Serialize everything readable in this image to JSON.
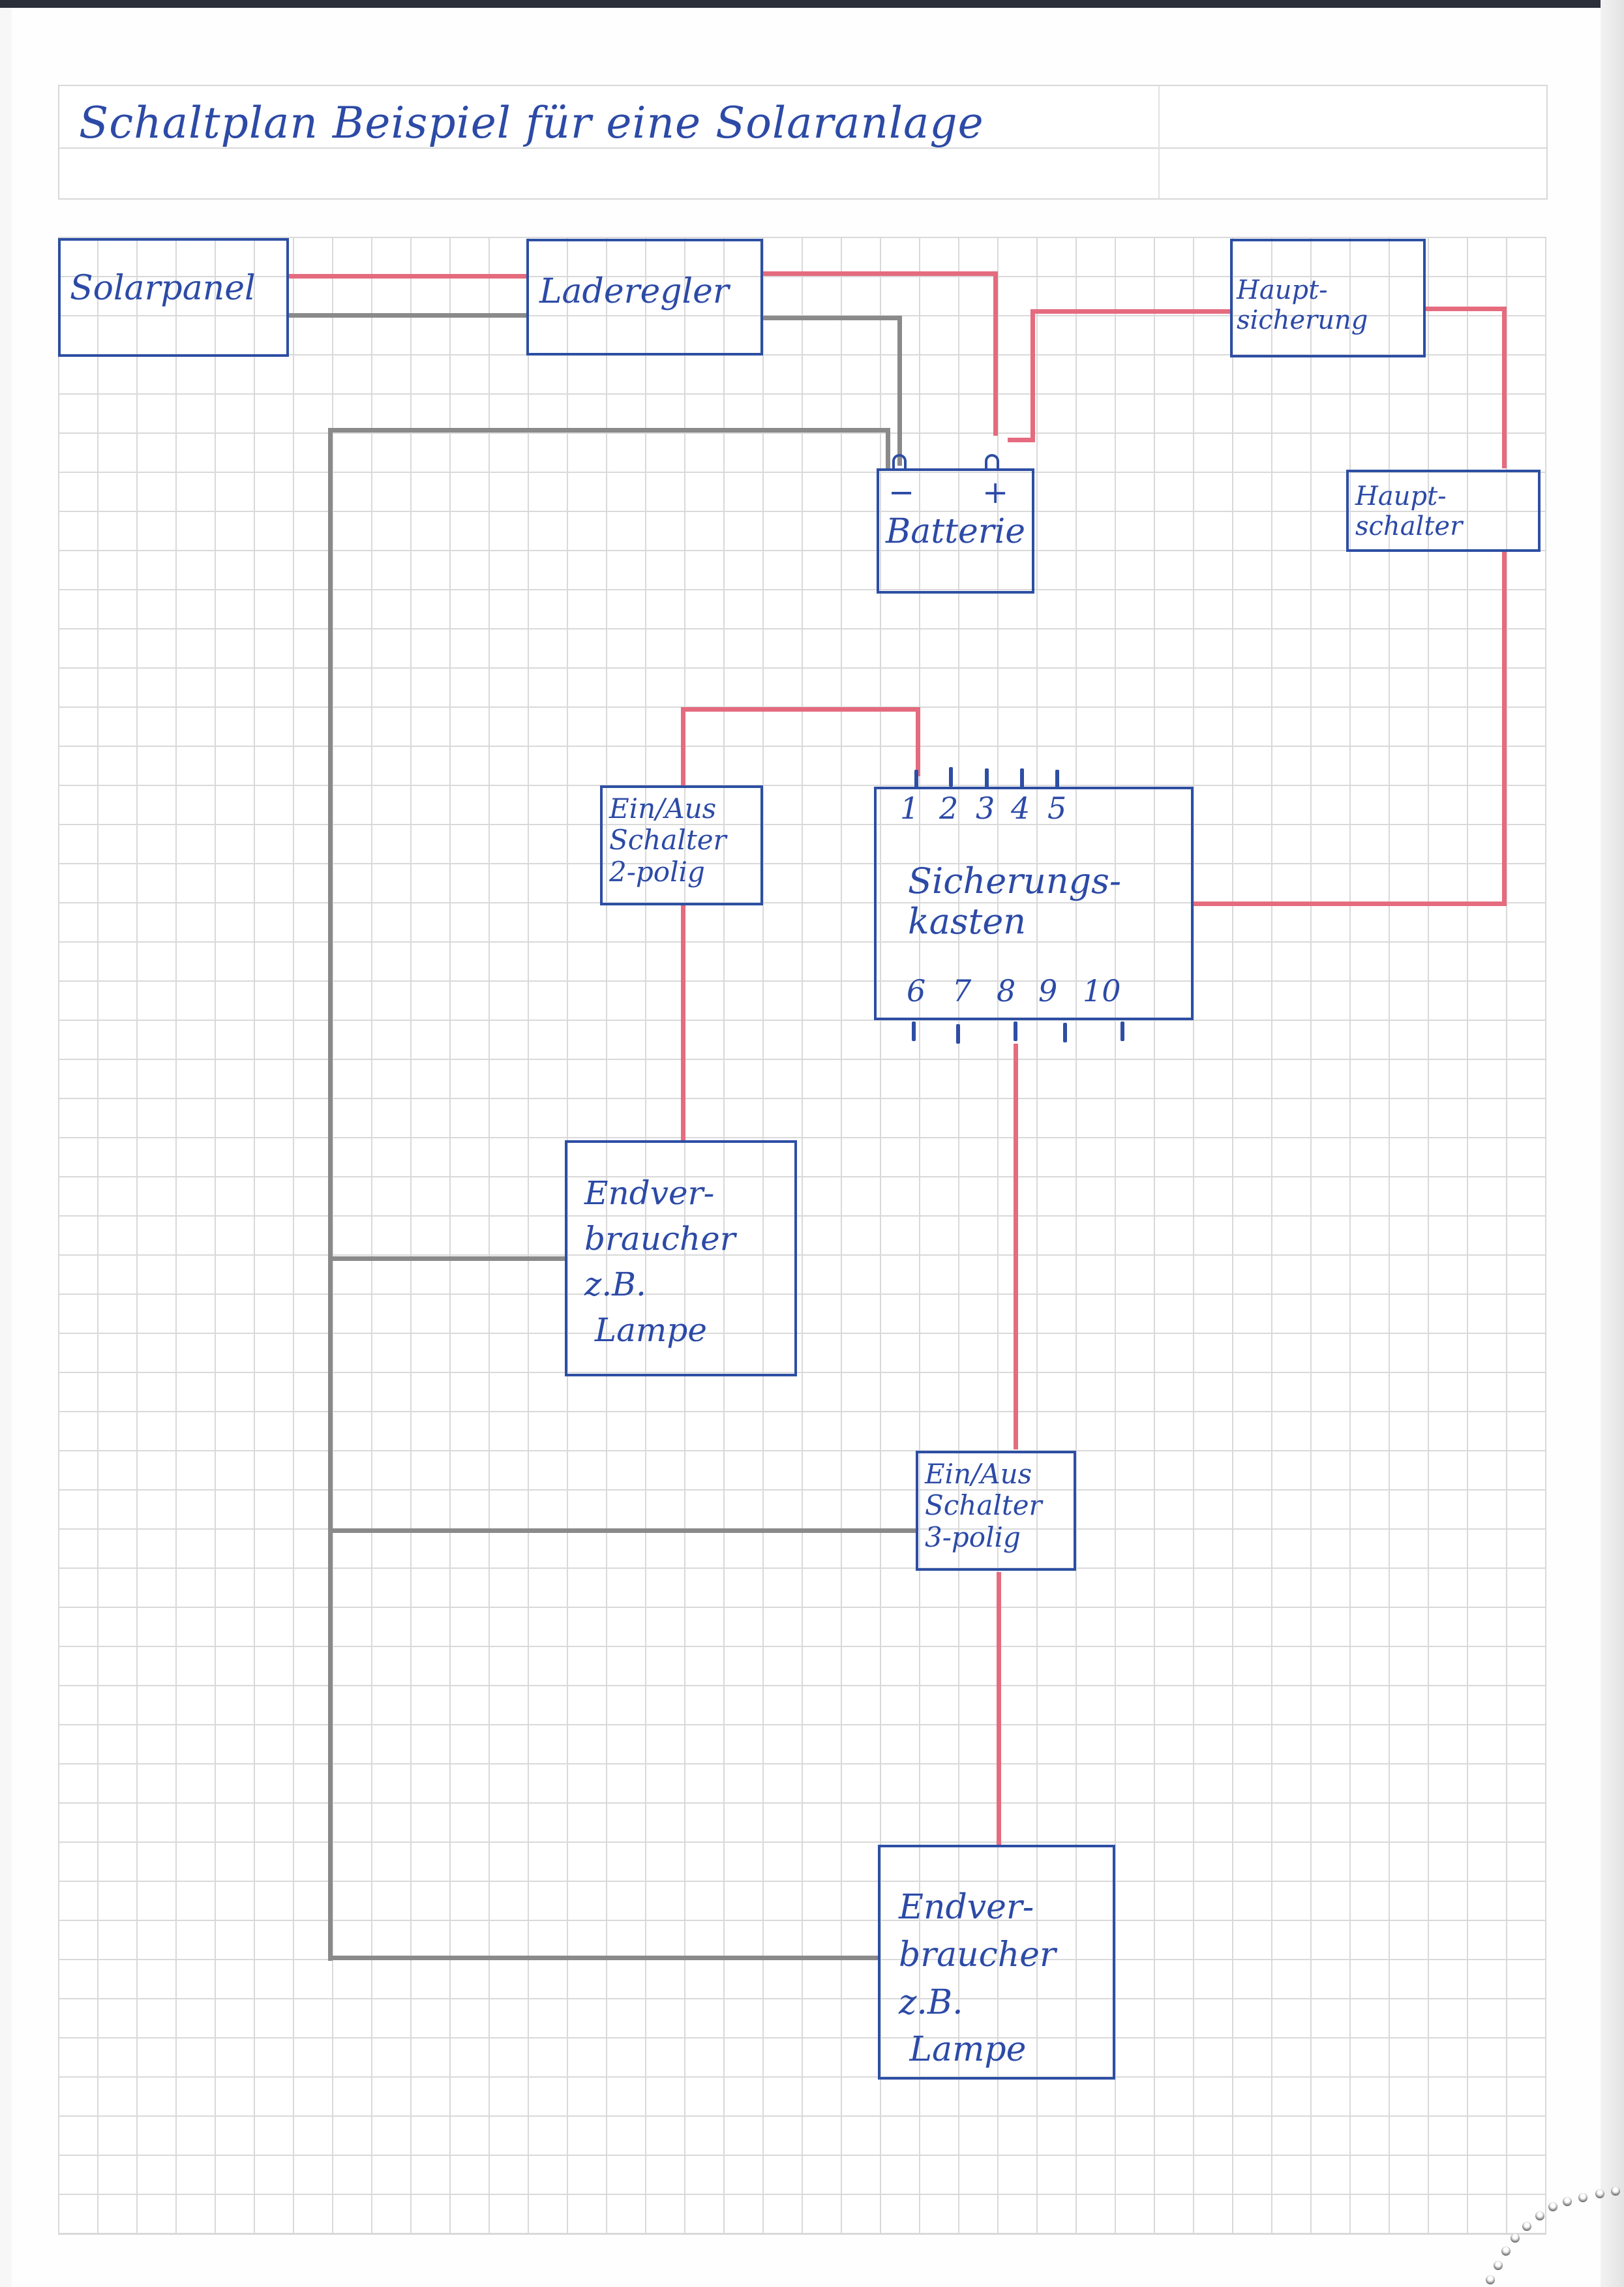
{
  "title": "Schaltplan Beispiel für eine Solaranlage",
  "components": {
    "solarpanel": "Solarpanel",
    "laderegler": "Laderegler",
    "hauptsicherung": "Haupt-\nsicherung",
    "batterie": "Batterie",
    "batterie_minus": "−",
    "batterie_plus": "+",
    "hauptschalter": "Haupt-\nschalter",
    "schalter_2polig": "Ein/Aus\nSchalter\n2-polig",
    "sicherungskasten": "Sicherungs-\nkasten",
    "sicherungskasten_top_terminals": [
      "1",
      "2",
      "3",
      "4",
      "5"
    ],
    "sicherungskasten_bottom_terminals": [
      "6",
      "7",
      "8",
      "9",
      "10"
    ],
    "verbraucher_1": "Endver-\nbraucher\nz.B.\n Lampe",
    "schalter_3polig": "Ein/Aus\nSchalter\n3-polig",
    "verbraucher_2": "Endver-\nbraucher\nz.B.\n Lampe"
  },
  "colors": {
    "ink": "#2c4aa6",
    "positive_wire": "#e56b7e",
    "negative_wire": "#8a8a8a",
    "grid": "#d9d9d9"
  }
}
